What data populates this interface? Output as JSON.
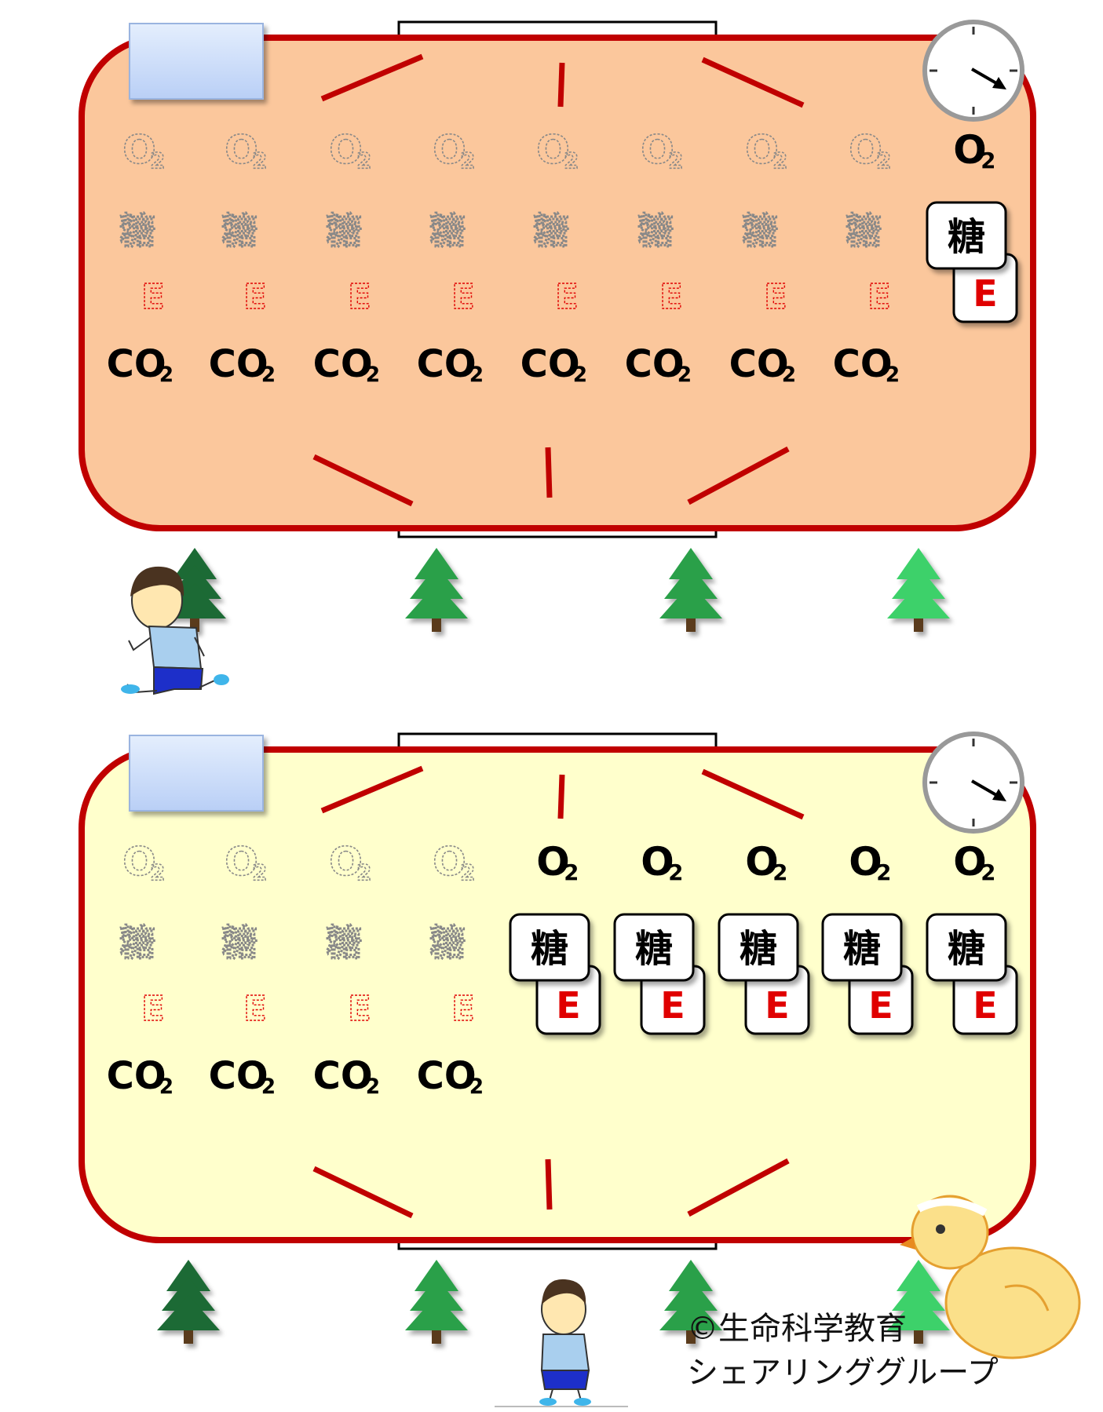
{
  "labels": {
    "o2_main": "O",
    "o2_sub": "2",
    "co2_main": "CO",
    "co2_sub": "2",
    "sugar": "糖",
    "energy": "E"
  },
  "colors": {
    "track_border": "#c00000",
    "panel_top_fill": "#fbc79c",
    "panel_bottom_fill": "#ffffcc",
    "label_box_fill": "#cfe0fb",
    "energy_text": "#e00000",
    "faded_text": "#888888",
    "tree_dark": "#1f6b34",
    "tree_mid": "#2ca04a",
    "tree_light": "#3ed16a"
  },
  "panels": [
    {
      "name": "running",
      "clock": {
        "hand_direction": "lower-right"
      },
      "columns": 9,
      "o2_state": [
        "faded",
        "faded",
        "faded",
        "faded",
        "faded",
        "faded",
        "faded",
        "faded",
        "solid"
      ],
      "sugar_energy_state": [
        "faded",
        "faded",
        "faded",
        "faded",
        "faded",
        "faded",
        "faded",
        "faded",
        "boxed"
      ],
      "co2_state": [
        "solid",
        "solid",
        "solid",
        "solid",
        "solid",
        "solid",
        "solid",
        "solid",
        "none"
      ],
      "trees": [
        "tree-dark",
        "tree-mid",
        "tree-mid",
        "tree-light"
      ]
    },
    {
      "name": "walking",
      "clock": {
        "hand_direction": "lower-right"
      },
      "columns": 9,
      "o2_state": [
        "faded",
        "faded",
        "faded",
        "faded",
        "solid",
        "solid",
        "solid",
        "solid",
        "solid"
      ],
      "sugar_energy_state": [
        "faded",
        "faded",
        "faded",
        "faded",
        "boxed",
        "boxed",
        "boxed",
        "boxed",
        "boxed"
      ],
      "co2_state": [
        "solid",
        "solid",
        "solid",
        "solid",
        "none",
        "none",
        "none",
        "none",
        "none"
      ],
      "trees": [
        "tree-dark",
        "tree-mid",
        "tree-mid",
        "tree-light"
      ]
    }
  ],
  "copyright": {
    "line1": "©生命科学教育",
    "line2": "シェアリンググループ"
  }
}
